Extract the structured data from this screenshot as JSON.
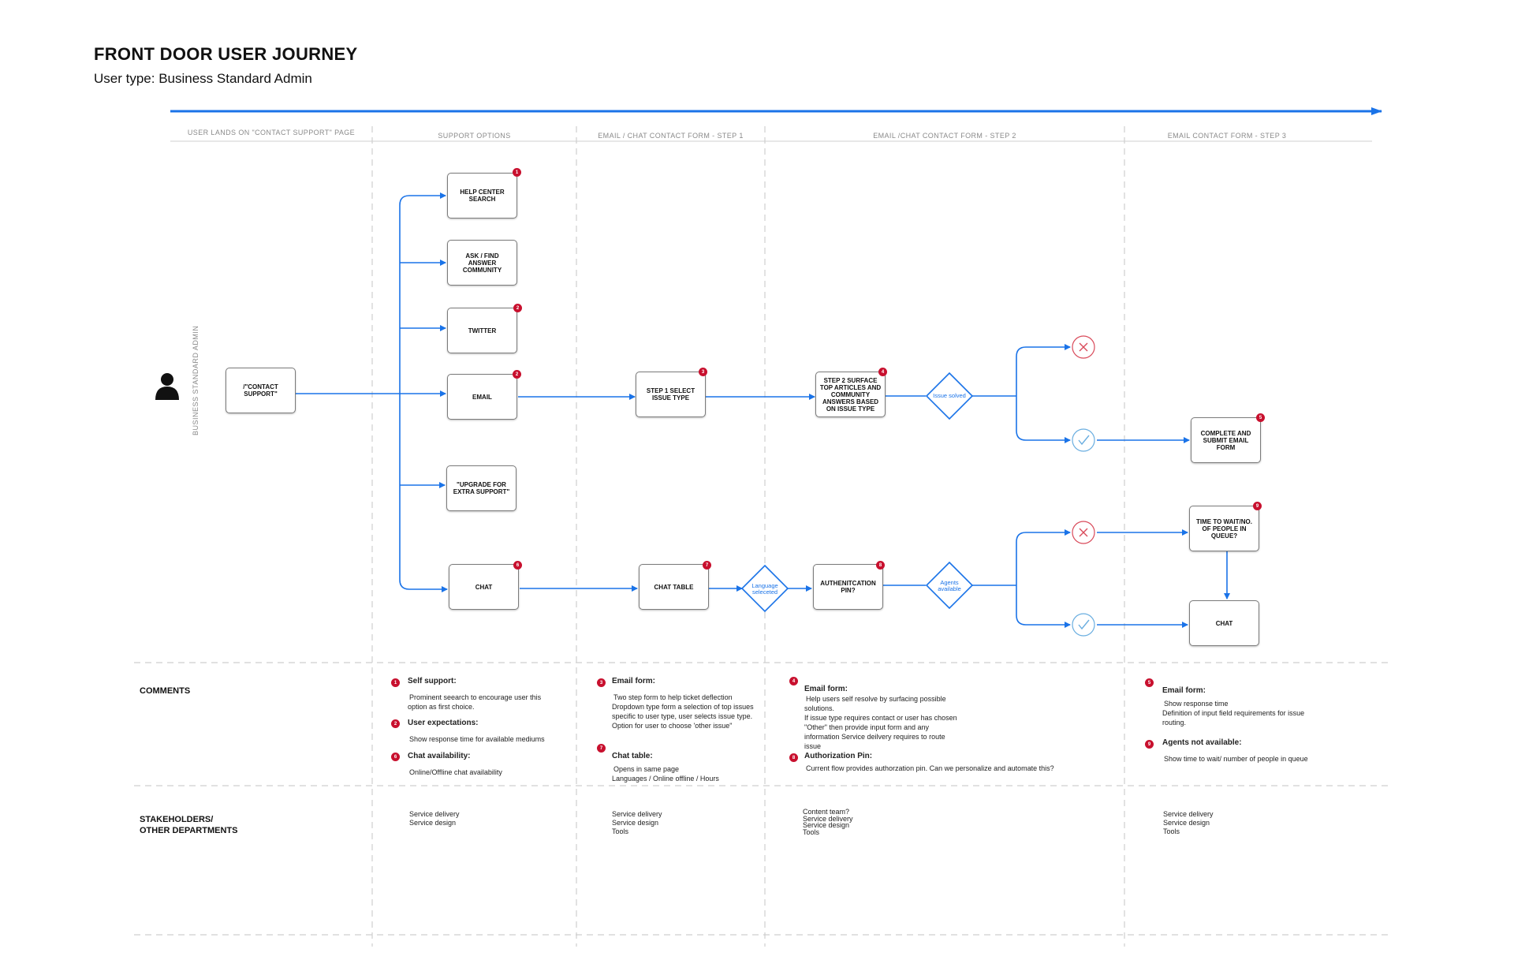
{
  "header": {
    "title": "FRONT DOOR USER JOURNEY",
    "subtitle": "User type: Business Standard Admin"
  },
  "columns": [
    "USER LANDS ON \"CONTACT SUPPORT\" PAGE",
    "SUPPORT OPTIONS",
    "EMAIL / CHAT  CONTACT FORM - STEP 1",
    "EMAIL /CHAT  CONTACT FORM - STEP 2",
    "EMAIL CONTACT FORM - STEP 3"
  ],
  "lane_label": "BUSINESS STANDARD ADMIN",
  "nodes": {
    "contact_support": "/\"CONTACT SUPPORT\"",
    "help_center": "HELP CENTER SEARCH",
    "ask_community": "ASK / FIND ANSWER COMMUNITY",
    "twitter": "TWITTER",
    "email": "EMAIL",
    "upgrade": "\"UPGRADE FOR EXTRA SUPPORT\"",
    "chat": "CHAT",
    "step1": "STEP 1 SELECT ISSUE TYPE",
    "chat_table": "CHAT TABLE",
    "step2": "STEP 2 SURFACE TOP ARTICLES AND COMMUNITY ANSWERS BASED ON ISSUE TYPE",
    "auth_pin": "AUTHENITCATION PIN?",
    "complete_email": "COMPLETE AND SUBMIT EMAIL FORM",
    "wait_time": "TIME TO WAIT/NO. OF PEOPLE IN QUEUE?",
    "chat_final": "CHAT"
  },
  "badges": {
    "help_center": "1",
    "twitter": "2",
    "email": "2",
    "chat": "6",
    "step1": "3",
    "chat_table": "7",
    "step2": "4",
    "auth_pin": "8",
    "complete_email": "5",
    "wait_time": "9"
  },
  "decisions": {
    "issue_solved": "Issue solved",
    "language_selected": "Language seleceted",
    "agents_available": "Agents available"
  },
  "sections": {
    "comments": "COMMENTS",
    "stakeholders_1": "STAKEHOLDERS/",
    "stakeholders_2": "OTHER DEPARTMENTS"
  },
  "comments": {
    "c1": {
      "num": "1",
      "title": "Self support:",
      "body": "Prominent seearch to encourage user this option as first choice."
    },
    "c2": {
      "num": "2",
      "title": "User expectations:",
      "body": "Show response time for available mediums"
    },
    "c6": {
      "num": "6",
      "title": "Chat availability:",
      "body": "Online/Offline chat availability"
    },
    "c3": {
      "num": "3",
      "title": "Email form:",
      "body": "Two step form to help ticket deflection Dropdown type form a selection of top issues specific to user type, user selects issue type. Option for user to choose 'other issue\""
    },
    "c7": {
      "num": "7",
      "title": "Chat table:",
      "body": "Opens in same page\nLanguages / Online offline / Hours"
    },
    "c4": {
      "num": "4",
      "title": "Email form:",
      "body": "Help users self resolve by surfacing possible solutions.\nIf issue type requires contact or user has chosen \"Other\" then provide input form and any  information Service deilvery requires to route issue"
    },
    "c8": {
      "num": "8",
      "title": "Authorization Pin:",
      "body": "Current flow provides authorzation pin. Can we personalize and automate this?"
    },
    "c5": {
      "num": "5",
      "title": "Email form:",
      "body": "Show response time\nDefinition of input field requirements for issue routing."
    },
    "c9": {
      "num": "9",
      "title": "Agents not available:",
      "body": "Show time to wait/ number of people in queue"
    }
  },
  "stakeholders": {
    "s1": "Service delivery\nService design",
    "s2": "Service delivery\nService design\nTools",
    "s3": "Content team?\nService delivery\nService design\nTools",
    "s4": "Service delivery\nService design\nTools"
  },
  "colors": {
    "accent": "#1a73e8",
    "badge": "#c8102e",
    "reject": "#d94a5a",
    "accept": "#6aaee0"
  },
  "icons": [
    "user-icon",
    "x-circle-icon",
    "check-circle-icon"
  ]
}
